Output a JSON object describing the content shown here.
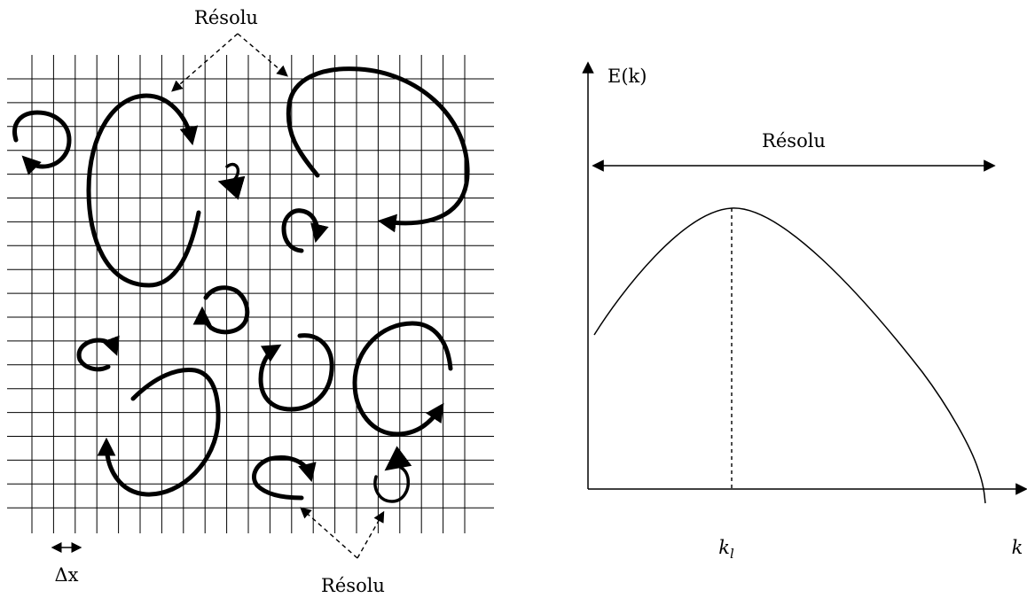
{
  "left_panel": {
    "top_label": "Résolu",
    "bottom_label": "Résolu",
    "dx_label": "Δx"
  },
  "right_panel": {
    "y_axis_label": "E(k)",
    "x_axis_label": "k",
    "peak_label": "k",
    "peak_label_sub": "l",
    "range_label": "Résolu"
  }
}
